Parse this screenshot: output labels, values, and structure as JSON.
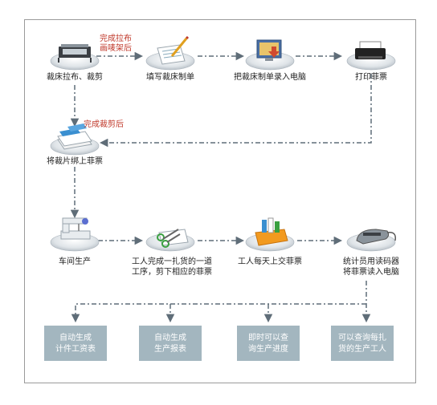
{
  "colors": {
    "arrow": "#5f6d78",
    "output_box": "#a3b6bf",
    "note": "#c0392b",
    "frame": "#9a9a9a"
  },
  "nodes": [
    {
      "id": "cutting",
      "icon": "cutting-machine-icon",
      "label": "裁床拉布、裁剪"
    },
    {
      "id": "fill-form",
      "icon": "form-pencil-icon",
      "label": "填写裁床制单"
    },
    {
      "id": "enter-pc",
      "icon": "computer-entry-icon",
      "label": "把裁床制单录入电脑"
    },
    {
      "id": "print",
      "icon": "printer-icon",
      "label": "打印菲票"
    },
    {
      "id": "bundle",
      "icon": "paper-stack-icon",
      "label": "将裁片绑上菲票"
    },
    {
      "id": "workshop",
      "icon": "sewing-machine-icon",
      "label": "车间生产"
    },
    {
      "id": "cut-ticket",
      "icon": "scissors-ticket-icon",
      "label": "工人完成一扎货的一道\n工序，剪下相应的菲票"
    },
    {
      "id": "submit",
      "icon": "ticket-box-icon",
      "label": "工人每天上交菲票"
    },
    {
      "id": "scan",
      "icon": "barcode-scanner-icon",
      "label": "统计员用读码器\n将菲票读入电脑"
    }
  ],
  "notes": {
    "after_layout": "完成拉布\n画唛架后",
    "after_cut": "完成裁剪后"
  },
  "outputs": [
    {
      "label": "自动生成\n计件工资表"
    },
    {
      "label": "自动生成\n生产报表"
    },
    {
      "label": "即时可以查\n询生产进度"
    },
    {
      "label": "可以查询每扎\n货的生产工人"
    }
  ]
}
